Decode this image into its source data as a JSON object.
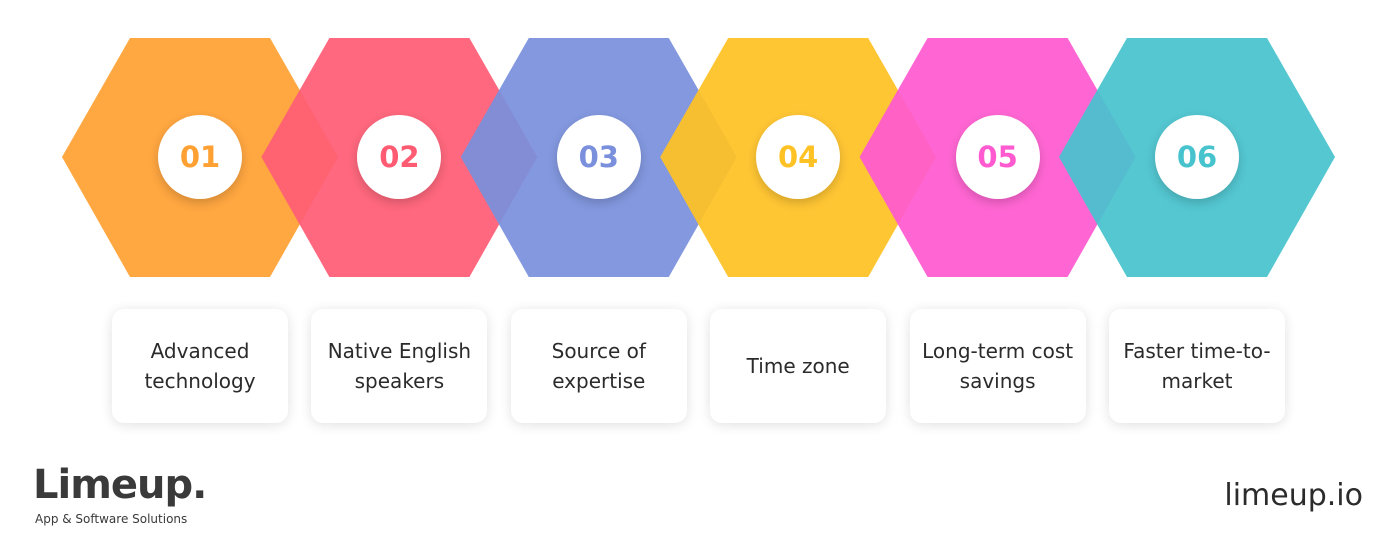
{
  "steps": [
    {
      "number": "01",
      "label": "Advanced technology",
      "color": "#FFA033"
    },
    {
      "number": "02",
      "label": "Native English speakers",
      "color": "#FF5C74"
    },
    {
      "number": "03",
      "label": "Source of expertise",
      "color": "#7A90DD"
    },
    {
      "number": "04",
      "label": "Time zone",
      "color": "#FFC225"
    },
    {
      "number": "05",
      "label": "Long-term cost savings",
      "color": "#FF5AD0"
    },
    {
      "number": "06",
      "label": "Faster time-to-market",
      "color": "#47C3CE"
    }
  ],
  "footer": {
    "brand": "Limeup.",
    "tagline": "App & Software Solutions",
    "website": "limeup.io"
  }
}
